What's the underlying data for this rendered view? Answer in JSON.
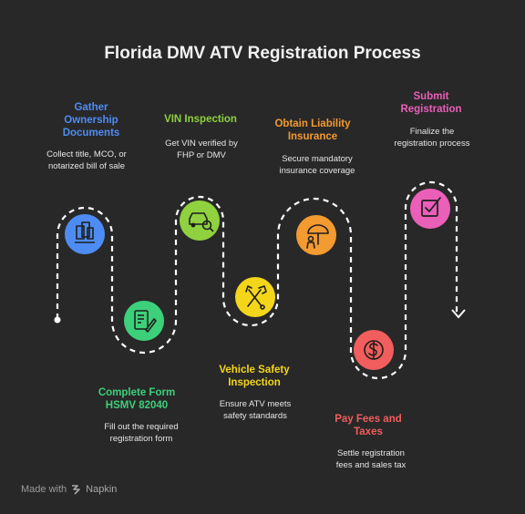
{
  "title": "Florida DMV ATV Registration Process",
  "steps": [
    {
      "title": "Gather Ownership Documents",
      "lines": [
        "Gather",
        "Ownership",
        "Documents"
      ],
      "desc": [
        "Collect title, MCO, or",
        "notarized bill of sale"
      ],
      "color": "#4e8cf3",
      "icon": "documents-icon"
    },
    {
      "title": "Complete Form HSMV 82040",
      "lines": [
        "Complete Form",
        "HSMV 82040"
      ],
      "desc": [
        "Fill out the required",
        "registration form"
      ],
      "color": "#3dd07a",
      "icon": "form-edit-icon"
    },
    {
      "title": "VIN Inspection",
      "lines": [
        "VIN Inspection"
      ],
      "desc": [
        "Get VIN verified by",
        "FHP or DMV"
      ],
      "color": "#8fd13f",
      "icon": "car-search-icon"
    },
    {
      "title": "Vehicle Safety Inspection",
      "lines": [
        "Vehicle Safety",
        "Inspection"
      ],
      "desc": [
        "Ensure ATV meets",
        "safety standards"
      ],
      "color": "#f3d61a",
      "icon": "tools-icon"
    },
    {
      "title": "Obtain Liability Insurance",
      "lines": [
        "Obtain Liability",
        "Insurance"
      ],
      "desc": [
        "Secure mandatory",
        "insurance coverage"
      ],
      "color": "#f39a31",
      "icon": "umbrella-person-icon"
    },
    {
      "title": "Pay Fees and Taxes",
      "lines": [
        "Pay Fees and",
        "Taxes"
      ],
      "desc": [
        "Settle registration",
        "fees and sales tax"
      ],
      "color": "#f25d5d",
      "icon": "dollar-icon"
    },
    {
      "title": "Submit Registration",
      "lines": [
        "Submit",
        "Registration"
      ],
      "desc": [
        "Finalize the",
        "registration process"
      ],
      "color": "#ea5fb8",
      "icon": "checkbox-icon"
    }
  ],
  "footer": {
    "prefix": "Made with",
    "brand": "Napkin"
  }
}
